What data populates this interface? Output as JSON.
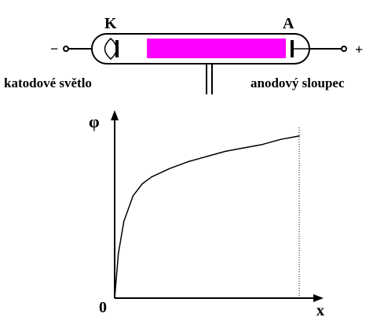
{
  "tube": {
    "cathode_label": "K",
    "anode_label": "A",
    "minus_sign": "−",
    "plus_sign": "+",
    "cathode_glow_label": "katodové světlo",
    "anode_column_label": "anodový sloupec",
    "column_color": "#ff00ff"
  },
  "graph": {
    "y_axis_label": "φ",
    "x_axis_label": "x",
    "origin_label": "0"
  },
  "chart_data": {
    "type": "line",
    "series": [
      {
        "x": [
          0,
          0.02,
          0.05,
          0.1,
          0.15,
          0.2,
          0.3,
          0.4,
          0.5,
          0.6,
          0.7,
          0.8,
          0.9,
          1.0
        ],
        "y": [
          0,
          0.26,
          0.45,
          0.6,
          0.67,
          0.71,
          0.76,
          0.8,
          0.83,
          0.86,
          0.88,
          0.9,
          0.93,
          0.95
        ]
      }
    ],
    "xlabel": "x",
    "ylabel": "φ",
    "xlim": [
      0,
      1.0
    ],
    "ylim": [
      0,
      1.0
    ],
    "grid": false
  }
}
